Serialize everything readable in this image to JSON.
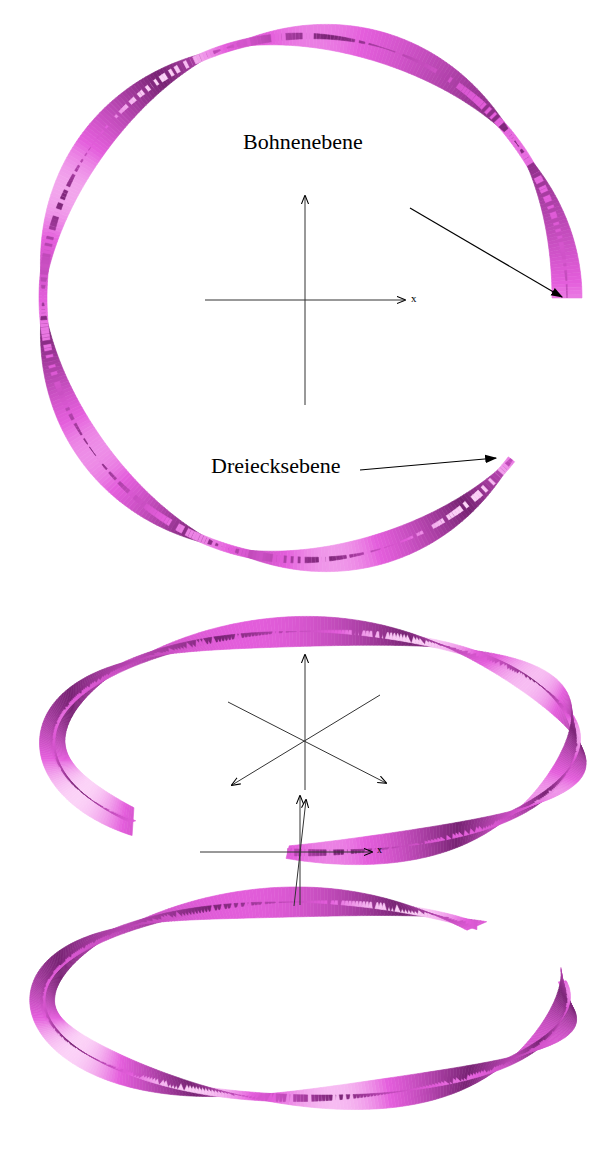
{
  "diagram": {
    "labels": [
      "Bohnenebene",
      "Dreiecksebene",
      "x",
      "x"
    ]
  }
}
